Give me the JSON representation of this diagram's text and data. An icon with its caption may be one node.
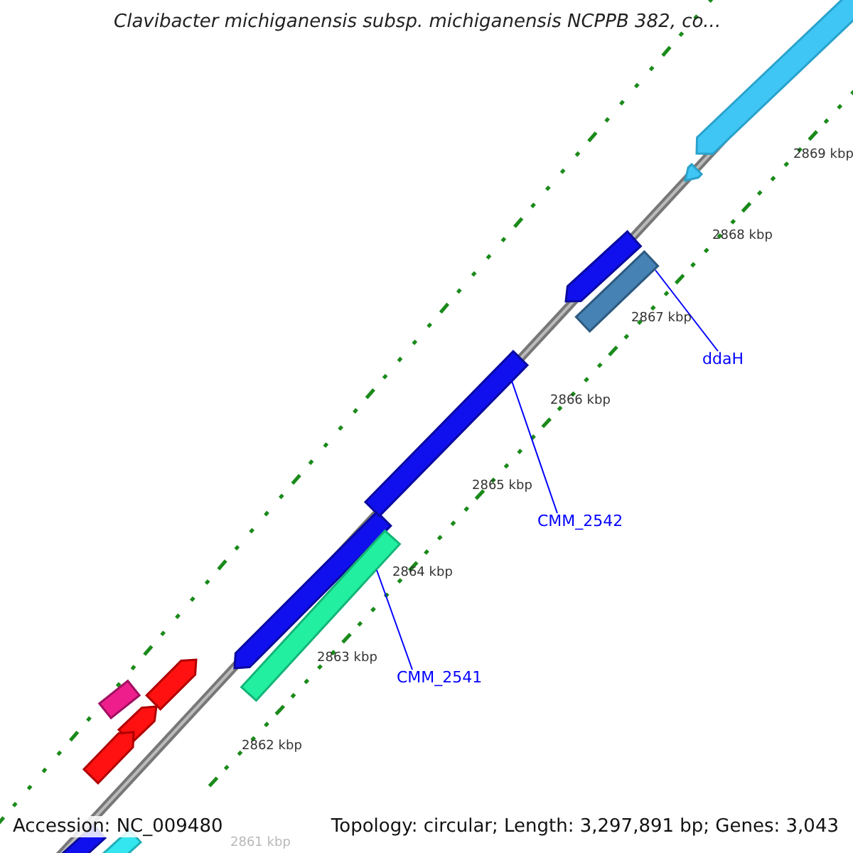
{
  "diagram": {
    "title": "Clavibacter michiganensis subsp. michiganensis NCPPB 382, co...",
    "nodes": [
      {
        "text": [
          "ddaH"
        ]
      },
      {
        "text": [],
        "shape": "bar"
      },
      {
        "text": [
          "CMM_2542"
        ]
      },
      {
        "text": [],
        "shape": "bar"
      },
      {
        "text": [
          "CMM_2541"
        ]
      },
      {
        "text": [],
        "shape": "bar"
      }
    ],
    "edges": [
      {
        "from": 0,
        "to": 1,
        "arrow": "none"
      },
      {
        "from": 2,
        "to": 3,
        "arrow": "none"
      },
      {
        "from": 4,
        "to": 5,
        "arrow": "none"
      }
    ],
    "labels": [
      "2869 kbp",
      "2868 kbp",
      "2867 kbp",
      "2866 kbp",
      "2865 kbp",
      "2864 kbp",
      "2863 kbp",
      "2862 kbp",
      "2861 kbp",
      "Accession: NC_009480",
      "Topology: circular; Length: 3,297,891 bp; Genes: 3,043"
    ]
  }
}
